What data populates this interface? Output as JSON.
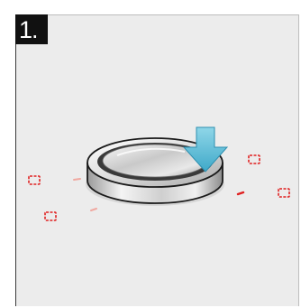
{
  "step": {
    "number": "1."
  },
  "colors": {
    "background": "#ececec",
    "indicator_red": "#e02020",
    "arrow_blue": "#5bc0d8",
    "badge": "#111111"
  },
  "icons": {
    "knob": "rotary-control-knob",
    "arrow": "press-down-arrow",
    "indicators": "cooking-zone-indicator"
  }
}
